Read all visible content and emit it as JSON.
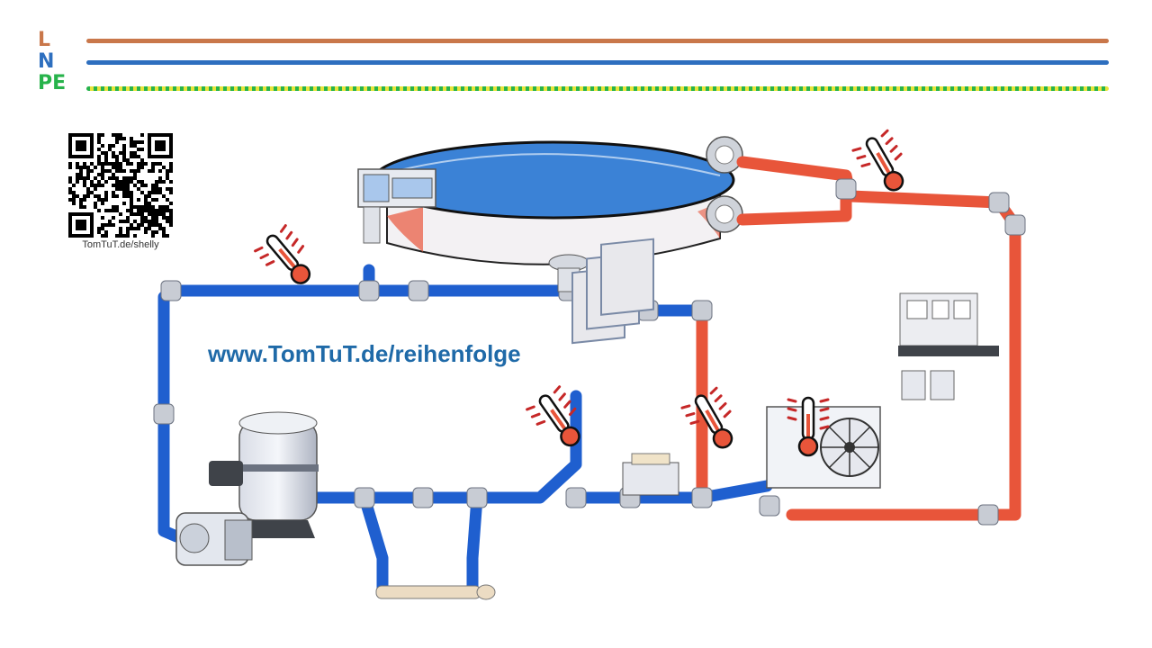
{
  "wires": {
    "l": {
      "label": "L",
      "color": "#c9774a"
    },
    "n": {
      "label": "N",
      "color": "#2e6fbf"
    },
    "pe": {
      "label": "PE",
      "color": "#27b34b",
      "stripe_color": "#e9e43a"
    }
  },
  "qr": {
    "caption": "TomTuT.de/shelly",
    "icon": "qr-code-icon"
  },
  "url": {
    "text": "www.TomTuT.de/reihenfolge"
  },
  "colors": {
    "cold_pipe": "#1f5fcf",
    "hot_pipe": "#e8553a",
    "pipe_joint": "#c8ccd4",
    "pool_water": "#3b82d6"
  }
}
